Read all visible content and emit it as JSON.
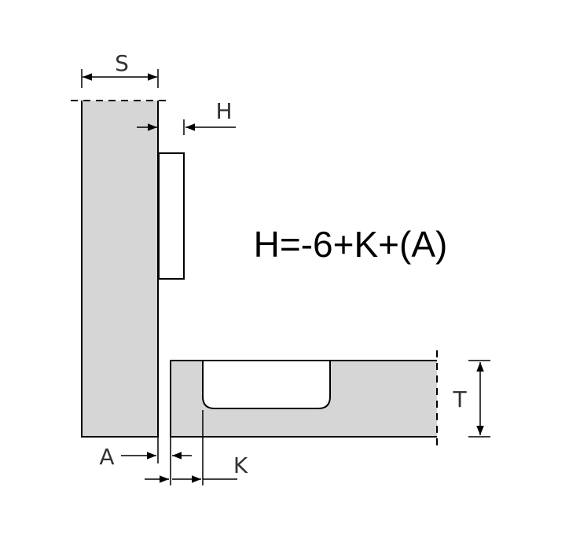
{
  "diagram": {
    "formula": "H=-6+K+(A)",
    "labels": {
      "s": "S",
      "h": "H",
      "t": "T",
      "a": "A",
      "k": "K"
    },
    "colors": {
      "panel_fill": "#d6d6d6",
      "stroke": "#000000",
      "label": "#333333"
    }
  }
}
